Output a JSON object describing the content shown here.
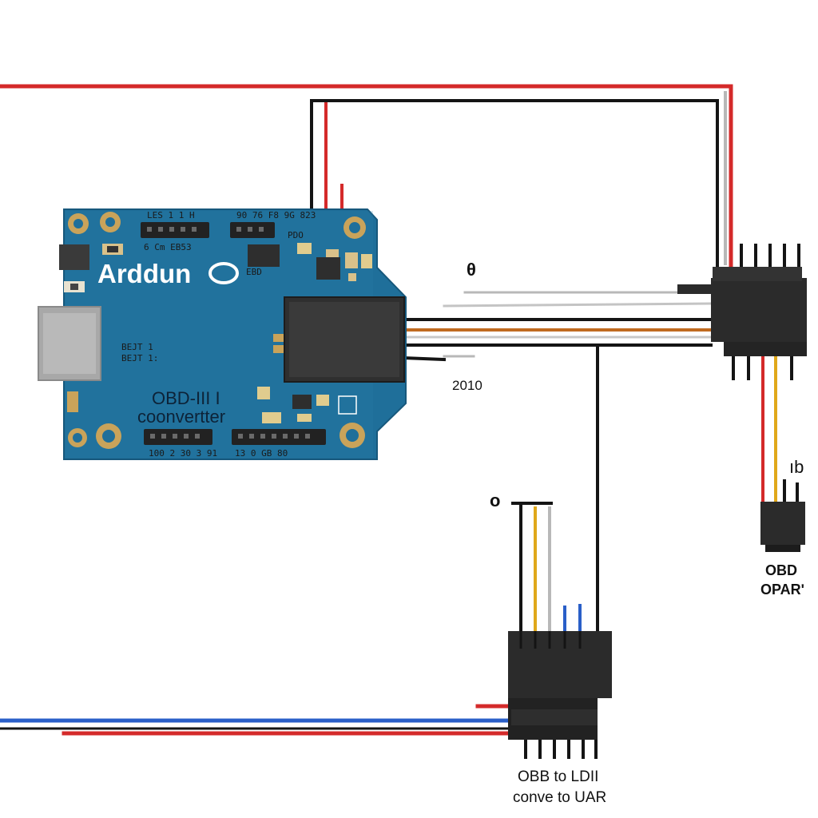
{
  "board": {
    "brand": "Arddun",
    "brand_mark": "o",
    "title_line1": "OBD-III I",
    "title_line2": "coonvertter",
    "silk_top_left": "LES  1  1  H",
    "silk_top_mid": "6  Cm  EB53",
    "silk_top_right": "90 76 F8 9G 823",
    "silk_pwr": "PDO",
    "silk_ebd": "EBD",
    "silk_side": "BEJT 1",
    "silk_side2": "BEJT 1:",
    "silk_bottom_left": "100 2  30 3  91",
    "silk_bottom_right": "13 0  GB  80",
    "colors": {
      "pcb": "#1f6f9a",
      "pcb_edge": "#17587c",
      "pad": "#c9a35a"
    }
  },
  "labels": {
    "top_symbol": "θ",
    "year": "2010",
    "right_symbol": "ıb",
    "right_connector_line1": "OBD",
    "right_connector_line2": "OPARʹ",
    "bottom_symbol": "o",
    "bottom_connector_line1": "OBB to LDII",
    "bottom_connector_line2": "conve to UAR"
  },
  "colors": {
    "wire_red": "#d42a2a",
    "wire_black": "#141414",
    "wire_gray": "#b8b8b8",
    "wire_orange": "#c06a20",
    "wire_yellow": "#e0a81a",
    "wire_blue": "#2a5fc8",
    "connector": "#2b2b2b"
  }
}
